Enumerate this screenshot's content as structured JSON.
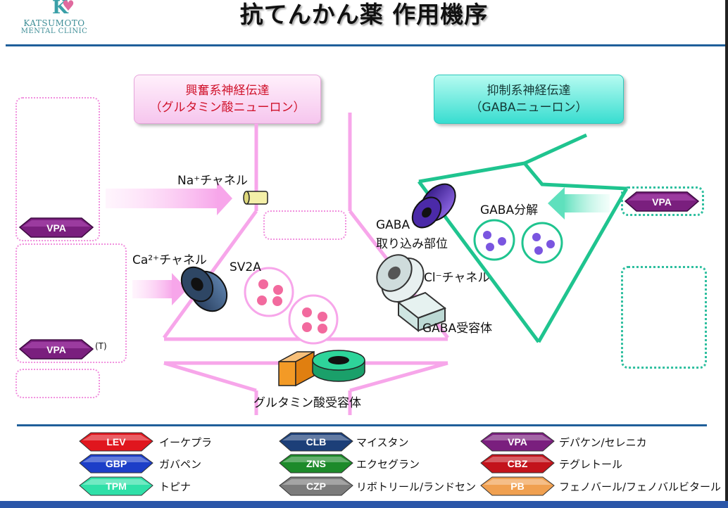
{
  "header": {
    "title": "抗てんかん薬 作用機序",
    "logo_line1": "KATSUMOTO",
    "logo_line2": "MENTAL CLINIC"
  },
  "diagram": {
    "excitatory_box": {
      "line1": "興奮系神経伝達",
      "line2": "（グルタミン酸ニューロン）"
    },
    "inhibitory_box": {
      "line1": "抑制系神経伝達",
      "line2": "（GABAニューロン）"
    },
    "labels": {
      "na_channel": "Na⁺チャネル",
      "ca_channel": "Ca²⁺チャネル",
      "sv2a": "SV2A",
      "gaba_uptake_1": "GABA",
      "gaba_uptake_2": "取り込み部位",
      "cl_channel": "Cl⁻チャネル",
      "gaba_receptor": "GABA受容体",
      "gaba_breakdown": "GABA分解",
      "glutamate_receptor": "グルタミン酸受容体",
      "t_note": "(T)"
    },
    "drug_tags": {
      "vpa_na": "VPA",
      "vpa_ca": "VPA",
      "vpa_gaba": "VPA"
    }
  },
  "legend": [
    {
      "abbr": "LEV",
      "name": "イーケプラ",
      "color": "#e0161e"
    },
    {
      "abbr": "CLB",
      "name": "マイスタン",
      "color": "#1c3f78"
    },
    {
      "abbr": "VPA",
      "name": "デパケン/セレニカ",
      "color": "#7a1f7e"
    },
    {
      "abbr": "GBP",
      "name": "ガバペン",
      "color": "#1c3ec8"
    },
    {
      "abbr": "ZNS",
      "name": "エクセグラン",
      "color": "#1d8a2a"
    },
    {
      "abbr": "CBZ",
      "name": "テグレトール",
      "color": "#c3131b"
    },
    {
      "abbr": "TPM",
      "name": "トピナ",
      "color": "#2fe0a8"
    },
    {
      "abbr": "CZP",
      "name": "リボトリール/ランドセン",
      "color": "#7b7b7b"
    },
    {
      "abbr": "PB",
      "name": "フェノバール/フェノバルビタール",
      "color": "#f0a050"
    }
  ],
  "colors": {
    "excitatory": "#f7a6ea",
    "inhibitory": "#1fc48f",
    "vpa": "#7a1f7e"
  }
}
